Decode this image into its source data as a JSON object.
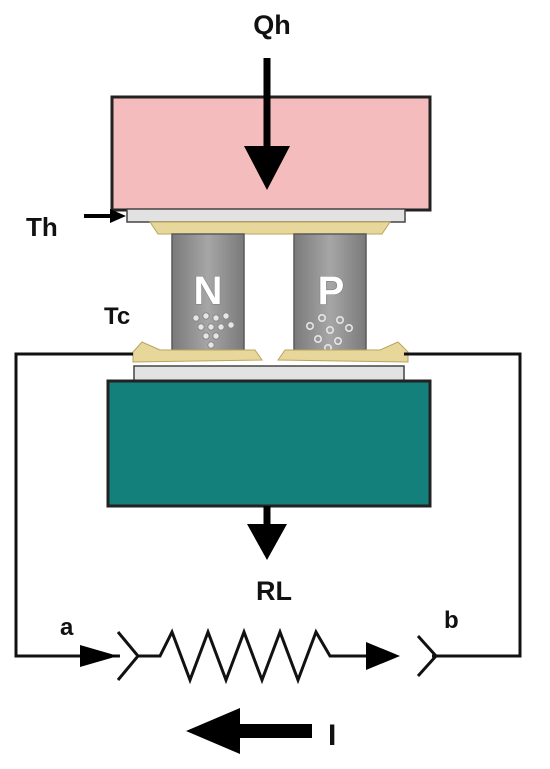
{
  "labels": {
    "heat_in": "Qh",
    "hot_temp": "Th",
    "cold_temp": "Tc",
    "load": "RL",
    "terminal_a": "a",
    "terminal_b": "b",
    "current": "I"
  },
  "legs": {
    "n_type": "N",
    "p_type": "P"
  },
  "colors": {
    "hot_plate": "#f4bcbc",
    "cold_plate": "#13807c",
    "leg": "#8f8f8f",
    "leg_dark": "#6f6f6f",
    "contact": "#e8d79a",
    "ceramic": "#e2e2e2",
    "wire": "#111111"
  }
}
